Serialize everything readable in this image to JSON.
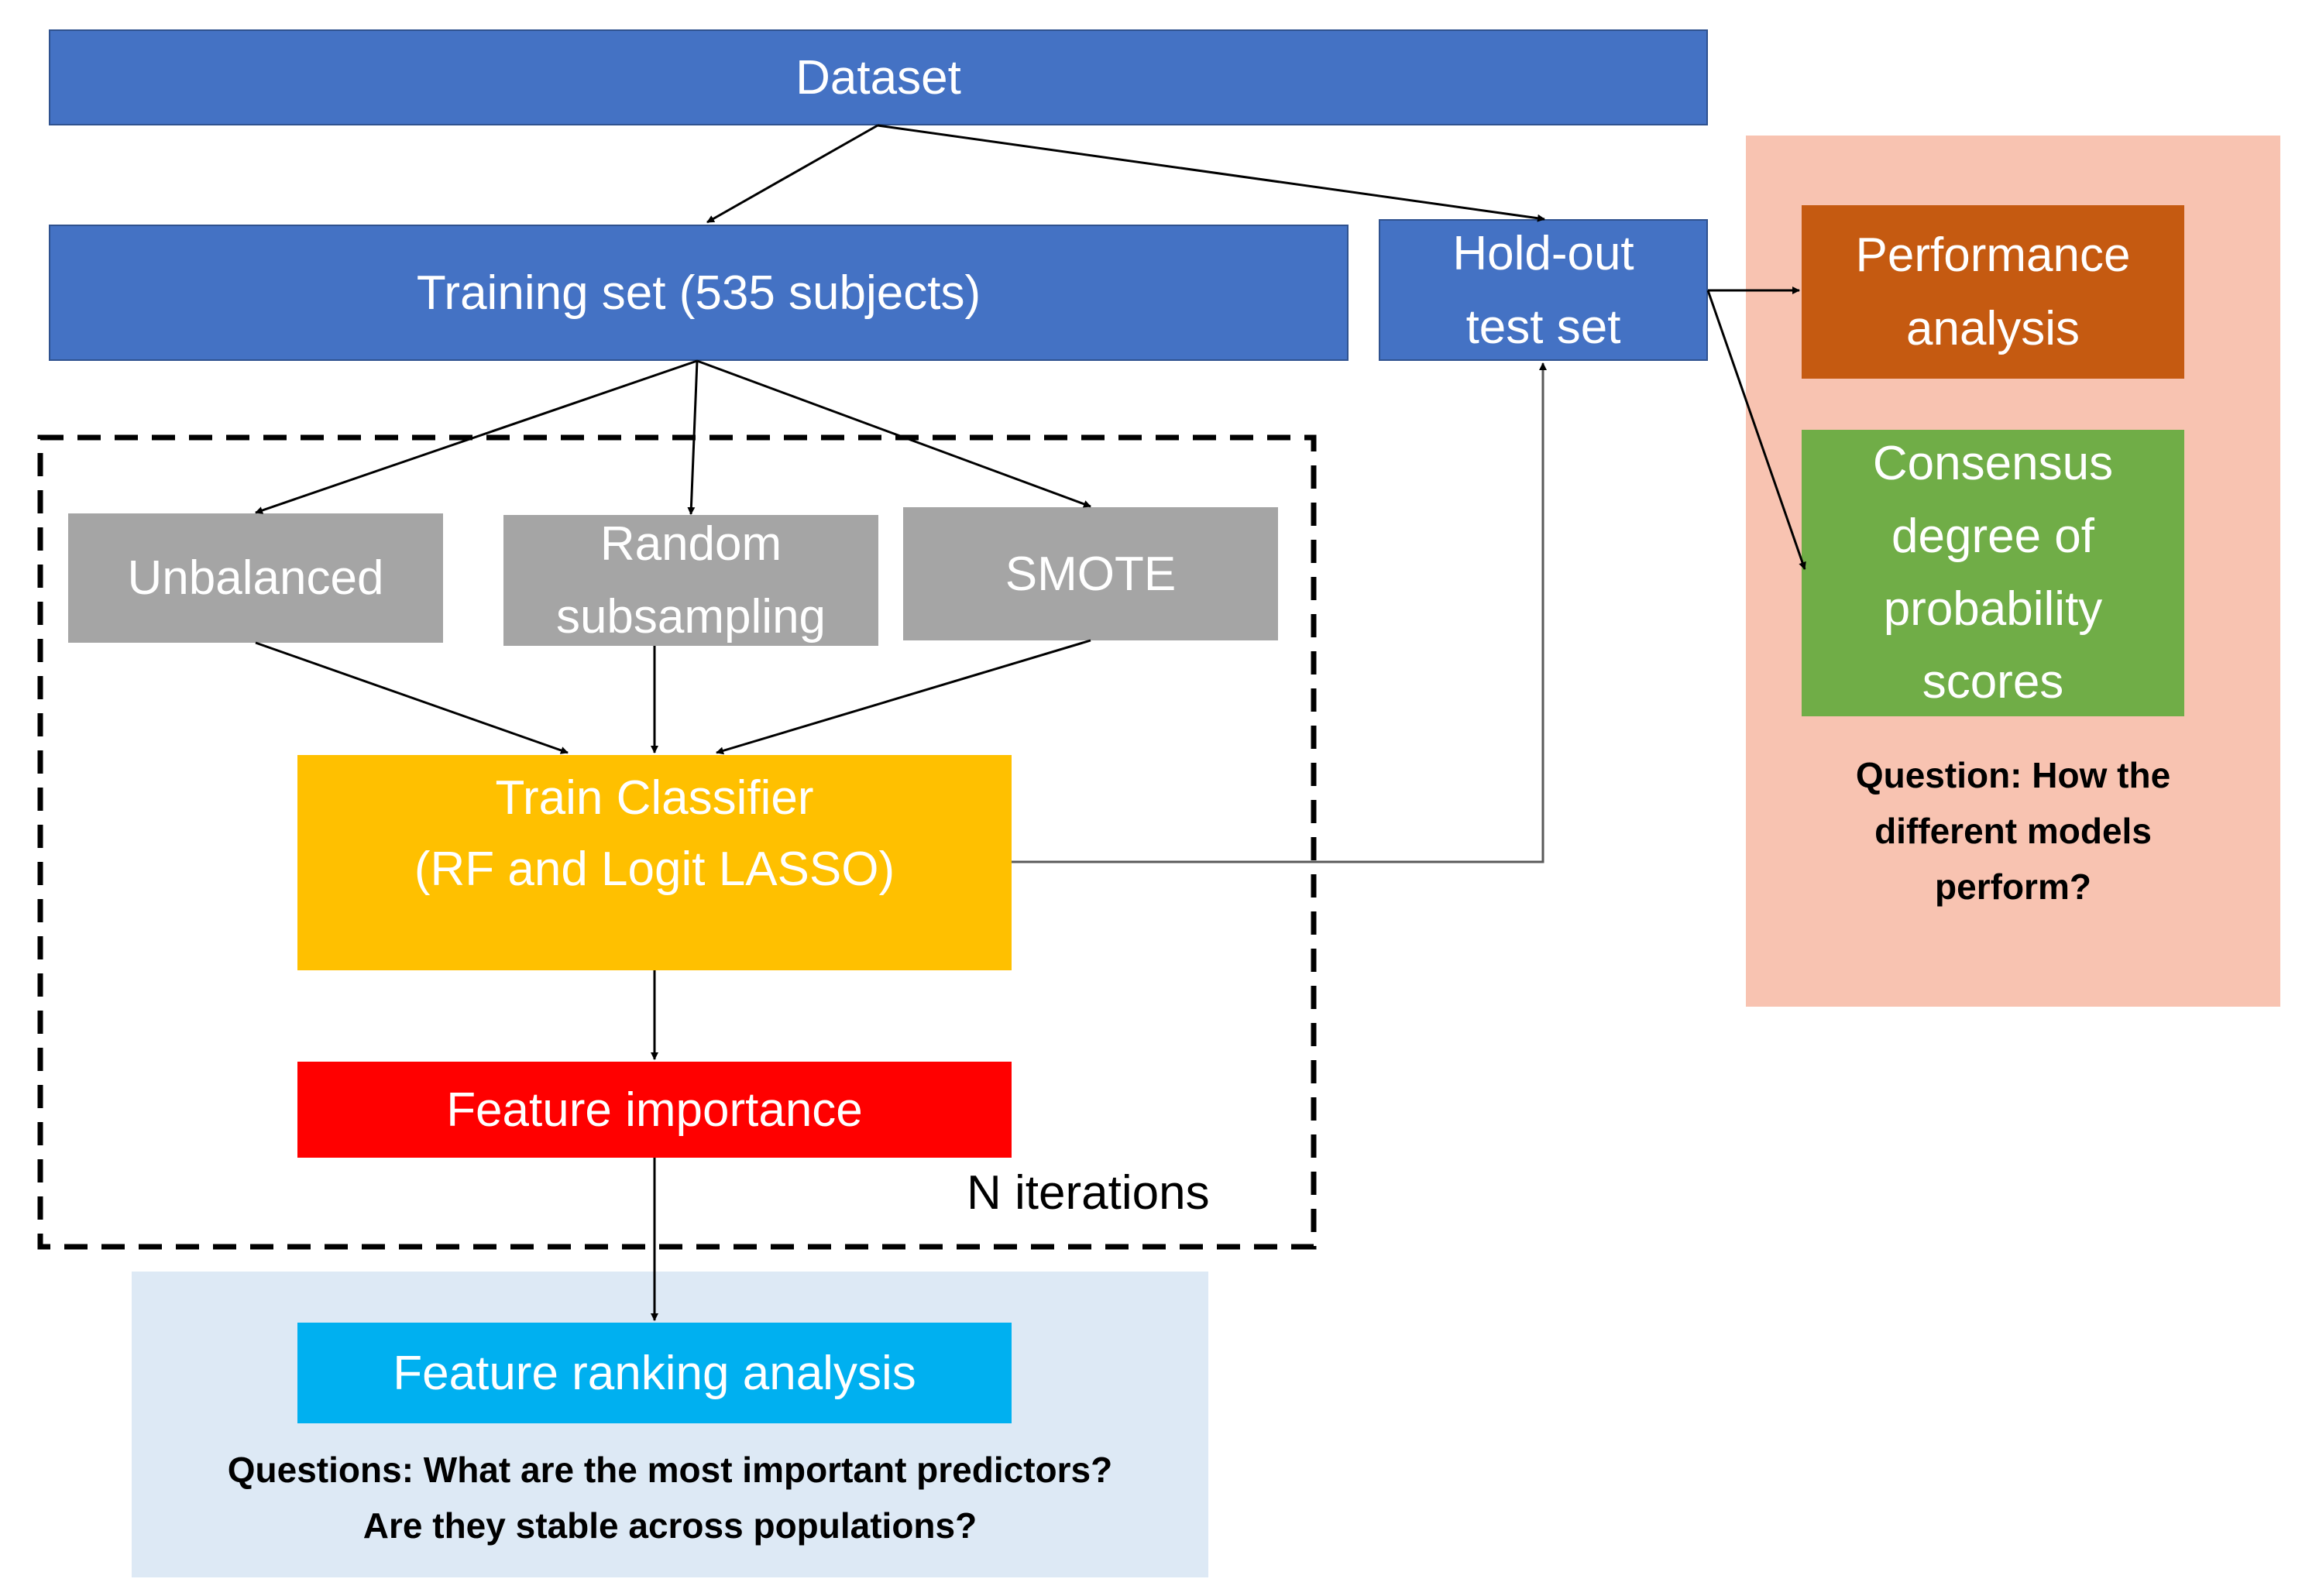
{
  "nodes": {
    "dataset": "Dataset",
    "training": "Training set (535 subjects)",
    "holdout": [
      "Hold-out",
      "test set"
    ],
    "performance": [
      "Performance",
      "analysis"
    ],
    "consensus": [
      "Consensus",
      "degree of",
      "probability",
      "scores"
    ],
    "unbalanced": "Unbalanced",
    "random": [
      "Random",
      "subsampling"
    ],
    "smote": "SMOTE",
    "train": [
      "Train Classifier",
      "(RF and Logit LASSO)"
    ],
    "importance": "Feature importance",
    "ranking": "Feature ranking analysis"
  },
  "iterations_label": "N iterations",
  "questions": {
    "right": [
      "Question: How the",
      "different models",
      "perform?"
    ],
    "bottom": [
      "Questions: What are the most important predictors?",
      "Are they stable across populations?"
    ]
  },
  "colors": {
    "blue": "#4472c4",
    "gray": "#a5a5a5",
    "yellow": "#ffc000",
    "red": "#ff0000",
    "cyan": "#00b0f0",
    "orange": "#c55a11",
    "green": "#70ad47",
    "pink_panel": "#f8c3b1",
    "blue_panel": "#dde9f5"
  }
}
